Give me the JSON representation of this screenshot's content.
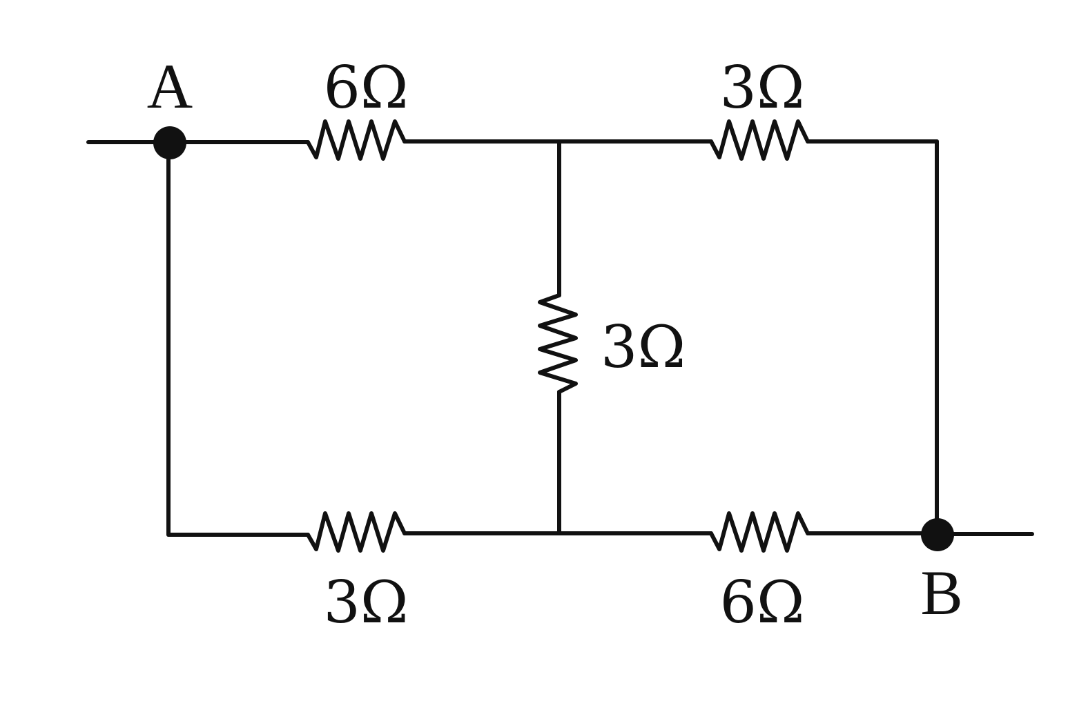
{
  "nodes": {
    "a": {
      "label": "A"
    },
    "b": {
      "label": "B"
    }
  },
  "resistors": {
    "top_left": {
      "label": "6Ω"
    },
    "top_right": {
      "label": "3Ω"
    },
    "middle": {
      "label": "3Ω"
    },
    "bottom_left": {
      "label": "3Ω"
    },
    "bottom_right": {
      "label": "6Ω"
    }
  },
  "colors": {
    "stroke": "#111111",
    "background": "#ffffff"
  }
}
